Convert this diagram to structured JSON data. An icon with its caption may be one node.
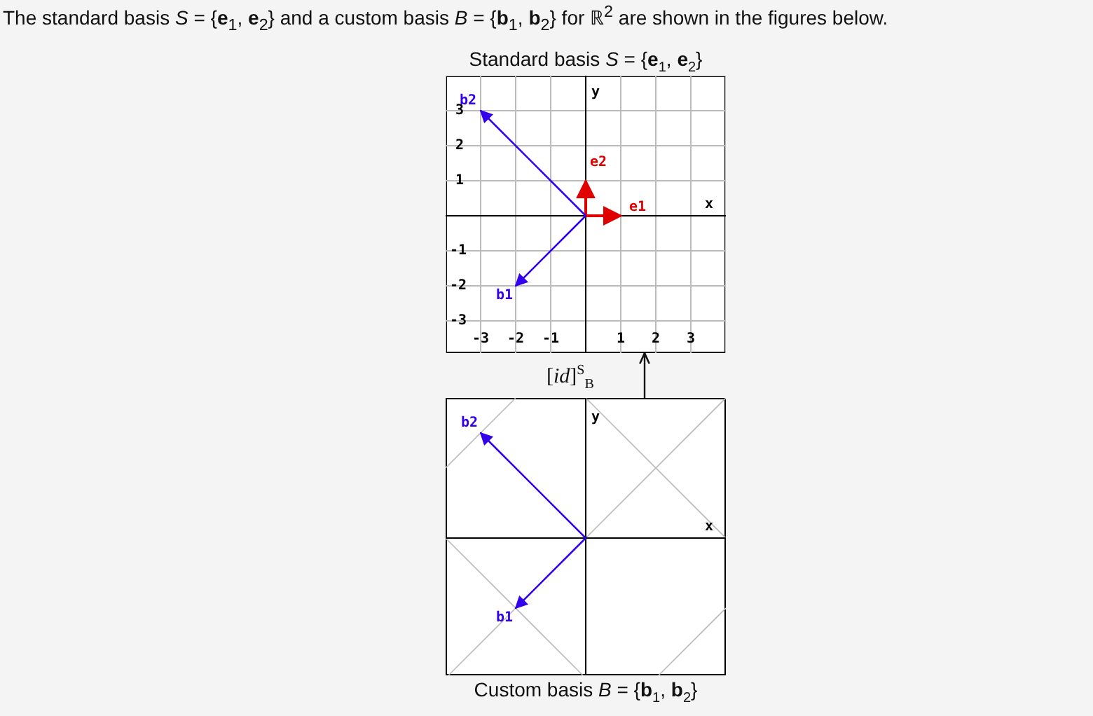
{
  "diagram": {
    "title": "The standard basis *S* = {**e**$_{1}$, **e**$_{2}$} and a custom basis *B* = {**b**$_{1}$, **b**$_{2}$} for ℝ$^{2}$ are shown in the figures below.",
    "nodes": [
      {
        "text": [
          "Standard basis *S* = {**e**$_{1}$, **e**$_{2}$}"
        ]
      },
      {
        "text": [
          "Custom basis *B* = {**b**$_{1}$, **b**$_{2}$}"
        ]
      }
    ],
    "edges": [
      {
        "from": 1,
        "to": 0,
        "arrow": "to",
        "label": "[*id*]$^{S}$$_{B}$"
      }
    ],
    "labels": [
      "y",
      "b2",
      "3",
      "2",
      "e2",
      "1",
      "e1",
      "x",
      "-1",
      "-2",
      "b1",
      "-3",
      "-3",
      "-2",
      "-1",
      "1",
      "2",
      "3",
      "b2",
      "y",
      "x",
      "b1"
    ]
  }
}
